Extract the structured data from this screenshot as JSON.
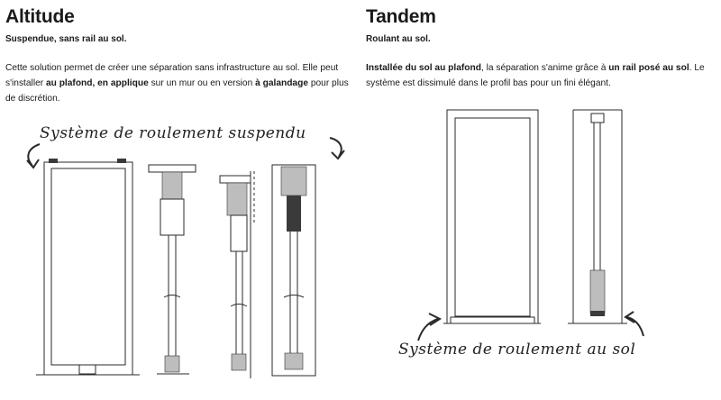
{
  "left": {
    "title": "Altitude",
    "subtitle": "Suspendue, sans rail au sol.",
    "desc": [
      "Cette solution permet de créer une séparation sans infrastructure au sol. Elle peut s'installer ",
      "au plafond, en applique",
      " sur un mur ou en version ",
      "à galandage",
      " pour plus de discrétion."
    ],
    "handwritten": "Système de roulement suspendu"
  },
  "right": {
    "title": "Tandem",
    "subtitle": "Roulant au sol.",
    "desc": [
      "Installée du sol au plafond",
      ", la séparation s'anime grâce à ",
      "un rail posé au sol",
      ". Le système est dissimulé dans le profil bas pour un fini élégant."
    ],
    "handwritten": "Système de roulement au sol"
  }
}
